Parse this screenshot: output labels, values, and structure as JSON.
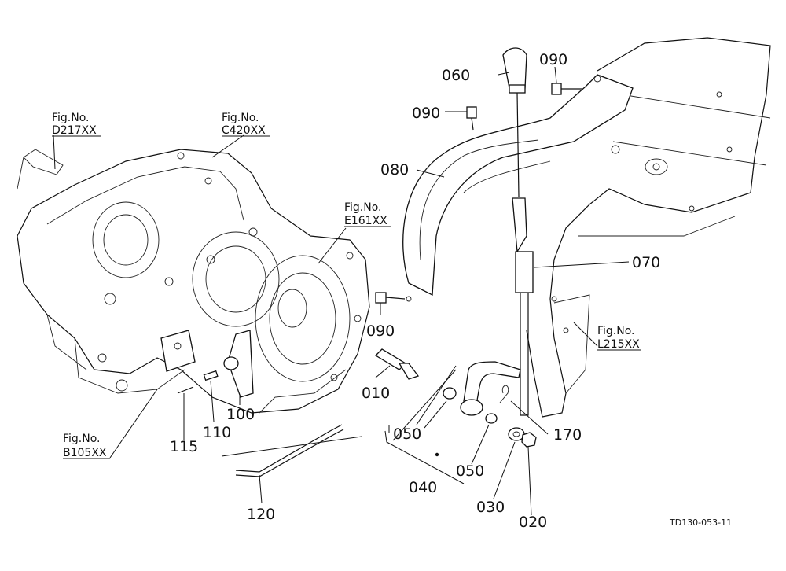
{
  "callouts": {
    "c010": "010",
    "c020": "020",
    "c030": "030",
    "c040": "040",
    "c050a": "050",
    "c050b": "050",
    "c060": "060",
    "c070": "070",
    "c080": "080",
    "c090a": "090",
    "c090b": "090",
    "c090c": "090",
    "c100": "100",
    "c110": "110",
    "c115": "115",
    "c120": "120",
    "c170": "170"
  },
  "fig_refs": {
    "d217": {
      "prefix": "Fig.No.",
      "code": "D217XX"
    },
    "c420": {
      "prefix": "Fig.No.",
      "code": "C420XX"
    },
    "e161": {
      "prefix": "Fig.No.",
      "code": "E161XX"
    },
    "l215": {
      "prefix": "Fig.No.",
      "code": "L215XX"
    },
    "b105": {
      "prefix": "Fig.No.",
      "code": "B105XX"
    }
  },
  "drawing_code": "TD130-053-11"
}
